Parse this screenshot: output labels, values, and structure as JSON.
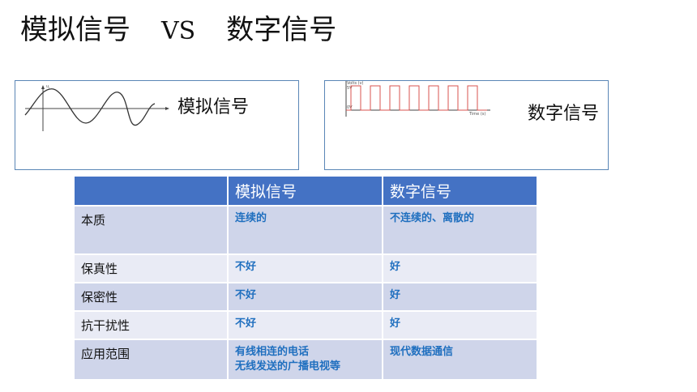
{
  "title": {
    "left": "模拟信号",
    "vs": "VS",
    "right": "数字信号"
  },
  "panels": {
    "analog": {
      "label": "模拟信号",
      "axis_label": "u",
      "axis_sub": "i"
    },
    "digital": {
      "label": "数字信号",
      "axis_top": "Volts (v)",
      "level_high": "5V",
      "level_low": "0V",
      "axis_time": "Time (s)"
    }
  },
  "table": {
    "headers": [
      "",
      "模拟信号",
      "数字信号"
    ],
    "rows": [
      {
        "label": "本质",
        "analog": "连续的",
        "digital": "不连续的、离散的"
      },
      {
        "label": "保真性",
        "analog": "不好",
        "digital": "好"
      },
      {
        "label": "保密性",
        "analog": "不好",
        "digital": "好"
      },
      {
        "label": "抗干扰性",
        "analog": "不好",
        "digital": "好"
      },
      {
        "label": "应用范围",
        "analog": "有线相连的电话",
        "analog2": "无线发送的广播电视等",
        "digital": "现代数据通信"
      }
    ]
  },
  "colors": {
    "header_bg": "#4472c4",
    "row_dark": "#cfd5ea",
    "row_light": "#e9ebf5",
    "value_text": "#1f6fbf",
    "square_wave": "#d9534f"
  }
}
